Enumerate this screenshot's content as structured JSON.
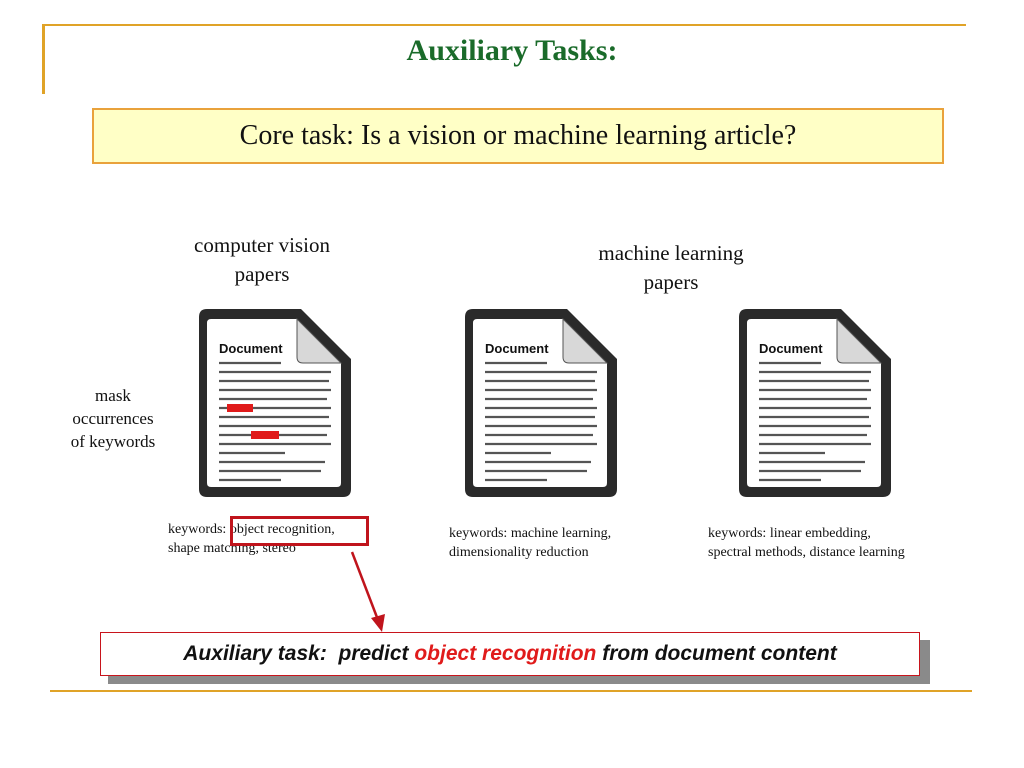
{
  "slide": {
    "title": "Auxiliary Tasks:",
    "core_task": "Core task: Is a vision or machine learning article?",
    "groups": [
      {
        "line1": "computer vision",
        "line2": "papers"
      },
      {
        "line1": "machine learning",
        "line2": "papers"
      }
    ],
    "mask_label": [
      "mask",
      "occurrences",
      "of keywords"
    ],
    "documents": [
      {
        "heading": "Document",
        "keywords_line1": "keywords: object recognition,",
        "keywords_line2": "shape matching, stereo",
        "masked": true
      },
      {
        "heading": "Document",
        "keywords_line1": "keywords: machine learning,",
        "keywords_line2": "dimensionality reduction",
        "masked": false
      },
      {
        "heading": "Document",
        "keywords_line1": "keywords: linear embedding,",
        "keywords_line2": "spectral methods, distance learning",
        "masked": false
      }
    ],
    "auxiliary": {
      "prefix": "Auxiliary task:  predict ",
      "highlight": "object recognition",
      "suffix": " from document content"
    }
  },
  "colors": {
    "title": "#1a6b2a",
    "accent_line": "#e0a328",
    "core_box_fill": "#ffffc6",
    "mask_red": "#e01b1b",
    "highlight": "#c0141c"
  },
  "icons": [
    "document-icon",
    "arrow-icon"
  ]
}
